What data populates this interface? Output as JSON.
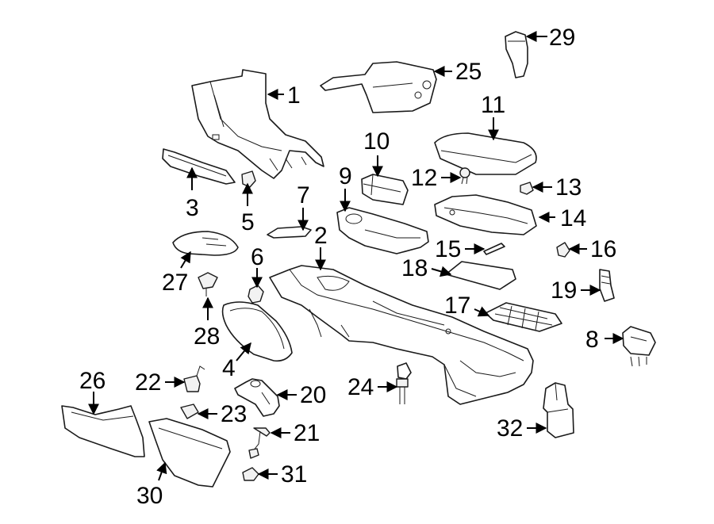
{
  "diagram": {
    "callouts": [
      {
        "id": "1",
        "label": "1"
      },
      {
        "id": "2",
        "label": "2"
      },
      {
        "id": "3",
        "label": "3"
      },
      {
        "id": "4",
        "label": "4"
      },
      {
        "id": "5",
        "label": "5"
      },
      {
        "id": "6",
        "label": "6"
      },
      {
        "id": "7",
        "label": "7"
      },
      {
        "id": "8",
        "label": "8"
      },
      {
        "id": "9",
        "label": "9"
      },
      {
        "id": "10",
        "label": "10"
      },
      {
        "id": "11",
        "label": "11"
      },
      {
        "id": "12",
        "label": "12"
      },
      {
        "id": "13",
        "label": "13"
      },
      {
        "id": "14",
        "label": "14"
      },
      {
        "id": "15",
        "label": "15"
      },
      {
        "id": "16",
        "label": "16"
      },
      {
        "id": "17",
        "label": "17"
      },
      {
        "id": "18",
        "label": "18"
      },
      {
        "id": "19",
        "label": "19"
      },
      {
        "id": "20",
        "label": "20"
      },
      {
        "id": "21",
        "label": "21"
      },
      {
        "id": "22",
        "label": "22"
      },
      {
        "id": "23",
        "label": "23"
      },
      {
        "id": "24",
        "label": "24"
      },
      {
        "id": "25",
        "label": "25"
      },
      {
        "id": "26",
        "label": "26"
      },
      {
        "id": "27",
        "label": "27"
      },
      {
        "id": "28",
        "label": "28"
      },
      {
        "id": "29",
        "label": "29"
      },
      {
        "id": "30",
        "label": "30"
      },
      {
        "id": "31",
        "label": "31"
      },
      {
        "id": "32",
        "label": "32"
      }
    ]
  }
}
